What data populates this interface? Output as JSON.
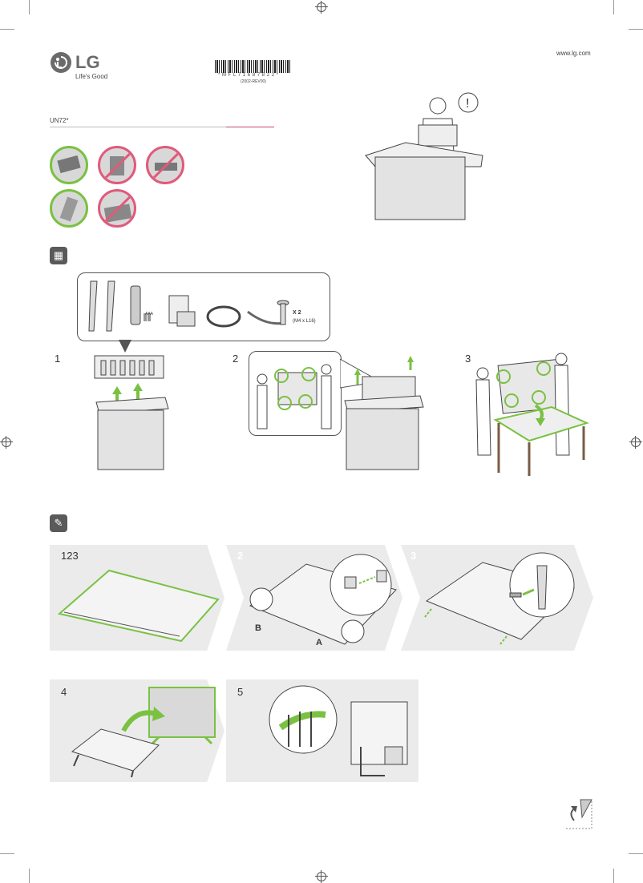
{
  "header": {
    "brand": "LG",
    "tagline": "Life's Good",
    "website": "www.lg.com",
    "model": "UN72*",
    "barcode_text": "* M F L 7 1 6 8 7 8 2 2 *",
    "barcode_rev": "(2002-REV00)"
  },
  "warning": {
    "symbol": "!"
  },
  "accessories": {
    "battery_label": "AAA",
    "screw_count": "X 2",
    "screw_spec": "(M4 x L16)"
  },
  "unpack_steps": [
    "1",
    "2",
    "3"
  ],
  "assembly_steps": {
    "first": "123",
    "second": "2",
    "third": "3",
    "fourth": "4",
    "fifth": "5",
    "label_a": "A",
    "label_b": "B"
  },
  "colors": {
    "accent_green": "#7ac142",
    "prohibit_pink": "#e05a7b",
    "rule_pink": "#c0457a"
  }
}
